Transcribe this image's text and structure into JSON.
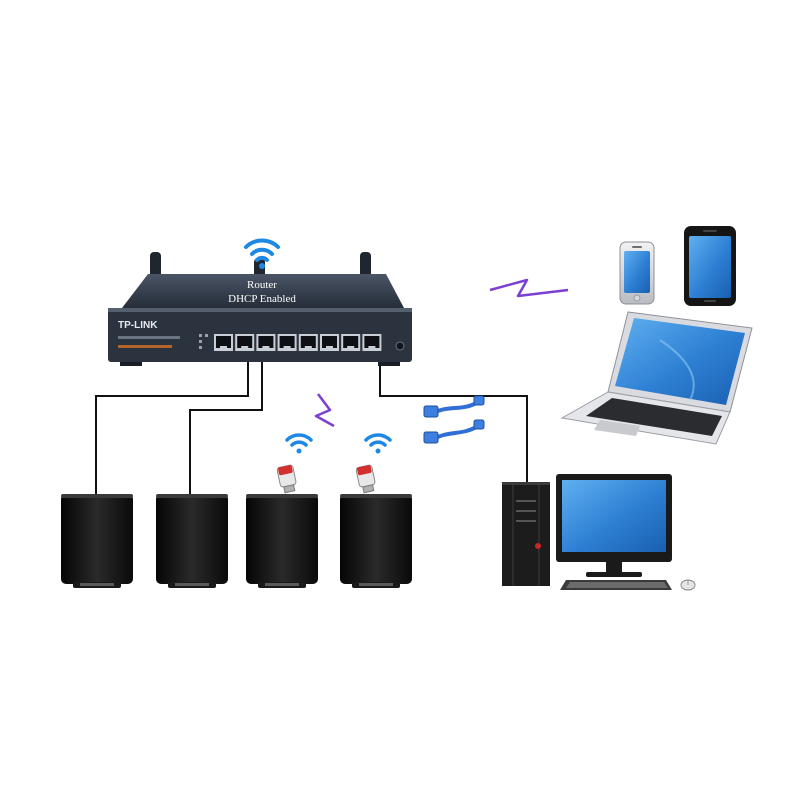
{
  "router": {
    "brand": "TP-LINK",
    "label_line1": "Router",
    "label_line2": "DHCP Enabled",
    "port_count": 8
  },
  "colors": {
    "router_body": "#2e3744",
    "router_top": "#3c4656",
    "wifi": "#1e88e5",
    "lightning": "#7b3fd1",
    "cable": "#111111",
    "ethernet_cable": "#2f6fd6",
    "screen_blue": "#2d7fd3",
    "camera_body": "#111111"
  },
  "icons": {
    "wifi": "wifi-icon",
    "wireless_signal": "lightning-icon",
    "usb_adapter": "usb-wifi-adapter-icon",
    "network_cable": "ethernet-cable-icon"
  },
  "devices": {
    "cameras": [
      "camera-wired-1",
      "camera-wired-2",
      "camera-wireless-1",
      "camera-wireless-2"
    ],
    "wireless_clients": [
      "phone",
      "tablet",
      "laptop"
    ],
    "desktop": [
      "tower",
      "monitor",
      "keyboard",
      "mouse"
    ]
  }
}
